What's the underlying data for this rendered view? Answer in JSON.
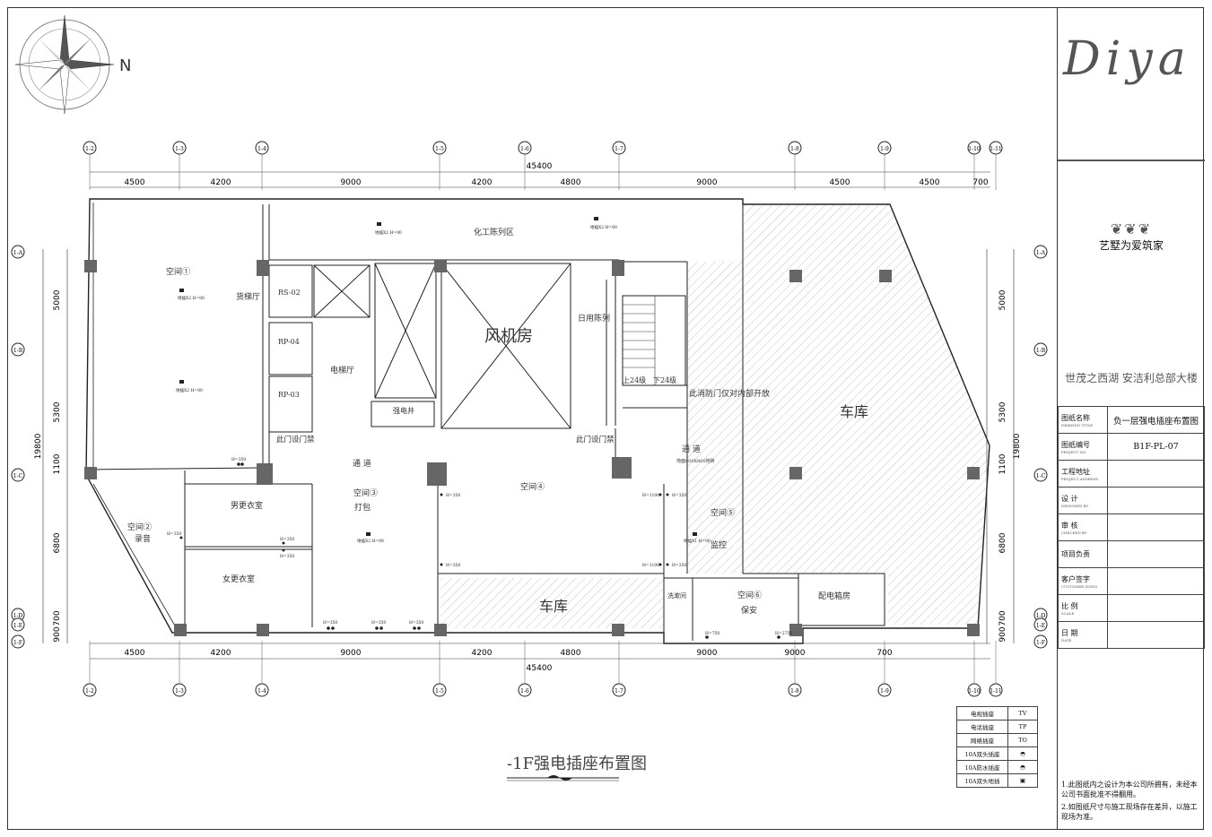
{
  "drawing": {
    "title": "-1F强电插座布置图",
    "north_label": "N"
  },
  "axis_bubbles": {
    "top": [
      "1-2",
      "1-3",
      "1-4",
      "1-5",
      "1-6",
      "1-7",
      "1-8",
      "1-9",
      "1-10",
      "1-11"
    ],
    "left": [
      "1-A",
      "1-B",
      "1-C",
      "1-D",
      "1-E",
      "1-F"
    ]
  },
  "dimensions": {
    "top_segments": [
      "4500",
      "4200",
      "9000",
      "4200",
      "4800",
      "9000",
      "4500",
      "4500",
      "700"
    ],
    "top_total": "45400",
    "bottom_segments": [
      "4500",
      "4200",
      "9000",
      "4200",
      "4800",
      "9000",
      "9000",
      "700"
    ],
    "bottom_total": "45400",
    "left_segments": [
      "5000",
      "5300",
      "1100",
      "6800",
      "700",
      "900"
    ],
    "left_total": "19800",
    "right_segments": [
      "5000",
      "5300",
      "1100",
      "6800",
      "700",
      "900"
    ],
    "right_total": "19800"
  },
  "rooms": {
    "chem_display": "化工陈列区",
    "space1": "空间①",
    "freight_hall": "货梯厅",
    "rs02": "RS-02",
    "rp04": "RP-04",
    "rp03": "RP-03",
    "elevator_hall": "电梯厅",
    "fan_room": "风机房",
    "daily_display": "日用陈列",
    "up24": "上24级",
    "down24": "下24级",
    "fire_door": "此消防门仅对内部开放",
    "garage_east": "车库",
    "power_well": "强电井",
    "door_access_1": "此门设门禁",
    "door_access_2": "此门设门禁",
    "corridor_1": "通 道",
    "corridor_2": "通 道",
    "corridor_2_note": "地面800X800地砖",
    "space2": "空间②",
    "space2_sub": "录音",
    "men_locker": "男更衣室",
    "women_locker": "女更衣室",
    "space3": "空间③",
    "space3_sub": "打包",
    "space4": "空间④",
    "space5": "空间⑤",
    "space5_sub": "监控",
    "garage_south": "车库",
    "washroom": "洗漱间",
    "space6": "空间⑥",
    "space6_sub": "保安",
    "power_dist": "配电箱房"
  },
  "socket_labels": {
    "floor_x2_h0": "地插X2 H=00",
    "floor_x1_h0": "地插X1 H=00",
    "h350": "H=350",
    "h1100": "H=1100",
    "h750": "H=750",
    "h2750": "H=2750"
  },
  "legend": [
    {
      "name": "电视插座",
      "symbol": "TV"
    },
    {
      "name": "电话插座",
      "symbol": "TP"
    },
    {
      "name": "网络插座",
      "symbol": "TO"
    },
    {
      "name": "10A双头插座",
      "symbol": "socket-icon"
    },
    {
      "name": "10A防水插座",
      "symbol": "waterproof-socket-icon"
    },
    {
      "name": "10A双头地插",
      "symbol": "floor-socket-icon"
    }
  ],
  "title_block": {
    "logo": "Diya",
    "slogan": "艺墅为爱筑家",
    "project": "世茂之西湖 安洁利总部大楼",
    "rows": [
      {
        "key": "图纸名称",
        "key_en": "DRAWING TITLE",
        "value": "负一层强电插座布置图"
      },
      {
        "key": "图纸编号",
        "key_en": "PROJECT NO.",
        "value": "B1F-PL-07"
      },
      {
        "key": "工程地址",
        "key_en": "PROJECT ADDRESS",
        "value": ""
      },
      {
        "key": "设 计",
        "key_en": "DESIGNED BY",
        "value": ""
      },
      {
        "key": "审 核",
        "key_en": "CHECKED BY",
        "value": ""
      },
      {
        "key": "项目负责",
        "key_en": "",
        "value": ""
      },
      {
        "key": "客户签字",
        "key_en": "CUSTOMER SIGNS",
        "value": ""
      },
      {
        "key": "比 例",
        "key_en": "SCALE",
        "value": ""
      },
      {
        "key": "日 期",
        "key_en": "DATE",
        "value": ""
      }
    ],
    "notes": [
      "1.此图纸内之设计为本公司所拥有，未经本公司书面批准不得翻用。",
      "2.如图纸尺寸与施工现场存在差异，以施工现场为准。"
    ]
  },
  "colors": {
    "line": "#222222",
    "column": "#666666",
    "hatch": "#999999"
  }
}
